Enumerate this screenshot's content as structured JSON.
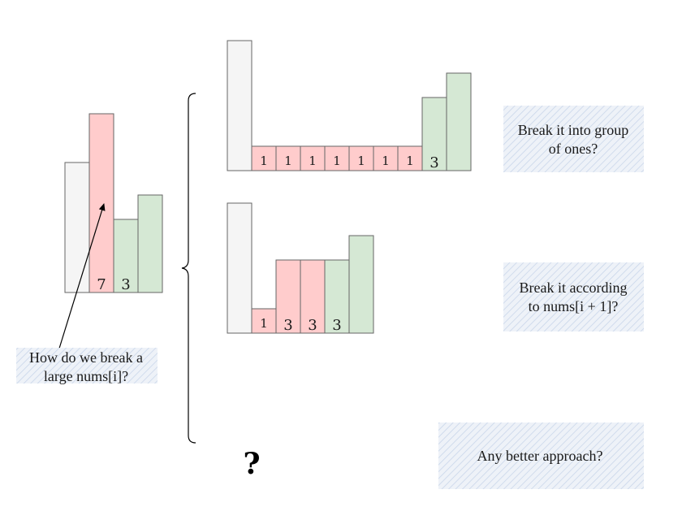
{
  "left_chart": {
    "labels": [
      "7",
      "3"
    ],
    "note_lines": [
      "How do we break a",
      "large nums[i]?"
    ]
  },
  "option_one": {
    "labels": [
      "1",
      "1",
      "1",
      "1",
      "1",
      "1",
      "1",
      "3"
    ],
    "note_lines": [
      "Break it into group",
      "of ones?"
    ]
  },
  "option_two": {
    "labels": [
      "1",
      "3",
      "3",
      "3"
    ],
    "note_lines": [
      "Break it according",
      "to nums[i + 1]?"
    ]
  },
  "option_three": {
    "note": "Any better approach?",
    "mark": "?"
  }
}
